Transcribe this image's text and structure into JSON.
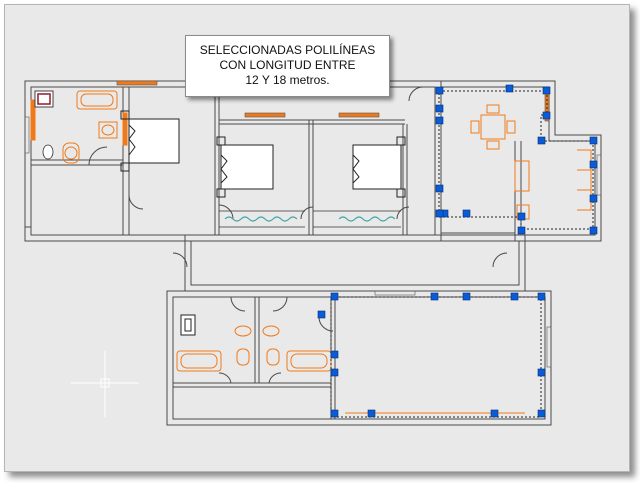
{
  "callout": {
    "line1": "SELECCIONADAS POLILÍNEAS",
    "line2": "CON LONGITUD ENTRE",
    "line3": "12 Y 18 metros."
  },
  "colors": {
    "canvas": "#e9e9e9",
    "wall": "#4a4a4a",
    "furniture": "#f07a1a",
    "selection_grip": "#0a5bd6",
    "selection_dash": "#222222",
    "crosshair": "#ffffff",
    "water": "#4aa7a7"
  },
  "icons": [
    "crosshair-cursor-icon",
    "selection-grip-icon"
  ]
}
